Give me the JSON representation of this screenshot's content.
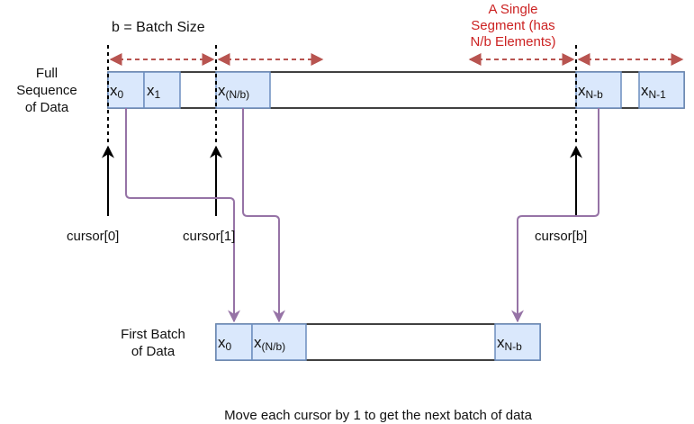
{
  "labels": {
    "batch_size": "b = Batch Size",
    "segment_line1": "A Single",
    "segment_line2": "Segment (has",
    "segment_line3": "N/b Elements)",
    "full_seq_line1": "Full",
    "full_seq_line2": "Sequence",
    "full_seq_line3": "of Data",
    "first_batch_line1": "First Batch",
    "first_batch_line2": "of Data",
    "caption": "Move each cursor by 1 to get the next batch of data"
  },
  "cursors": [
    "cursor[0]",
    "cursor[1]",
    "cursor[b]"
  ],
  "top_cells": {
    "c0": {
      "base": "x",
      "sub": "0"
    },
    "c1": {
      "base": "x",
      "sub": "1"
    },
    "c2": {
      "base": "x",
      "sub": "(N/b)"
    },
    "c3": {
      "base": "x",
      "sub": "N-b"
    },
    "c4": {
      "base": "x",
      "sub": "N-1"
    }
  },
  "bottom_cells": {
    "c0": {
      "base": "x",
      "sub": "0"
    },
    "c1": {
      "base": "x",
      "sub": "(N/b)"
    },
    "c2": {
      "base": "x",
      "sub": "N-b"
    }
  },
  "colors": {
    "cell_fill": "#dae8fc",
    "cell_stroke": "#6c8ebf",
    "arrow_red": "#b85450",
    "flow_purple": "#9673a6",
    "segment_text": "#cc2222",
    "line": "#000000"
  }
}
